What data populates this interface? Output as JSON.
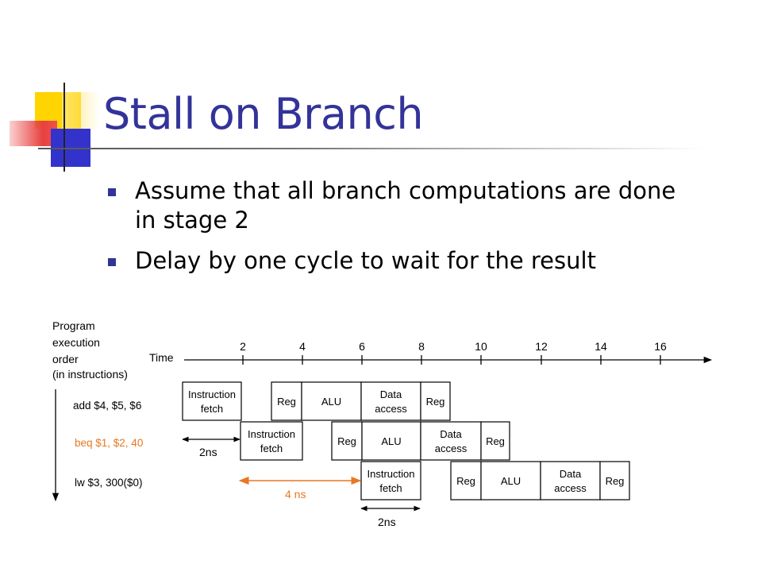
{
  "slide": {
    "title": "Stall on Branch",
    "bullets": [
      "Assume that all branch computations are done in stage 2",
      "Delay by one cycle to wait for the result"
    ]
  },
  "diagram": {
    "order_label": [
      "Program",
      "execution",
      "order",
      "(in instructions)"
    ],
    "time_label": "Time",
    "time_ticks": [
      "2",
      "4",
      "6",
      "8",
      "10",
      "12",
      "14",
      "16"
    ],
    "instructions": [
      {
        "text": "add $4, $5, $6",
        "color": "#000000",
        "stages": [
          "Instruction fetch",
          "Reg",
          "ALU",
          "Data access",
          "Reg"
        ]
      },
      {
        "text": "beq $1, $2, 40",
        "color": "#e87722",
        "stages": [
          "Instruction fetch",
          "Reg",
          "ALU",
          "Data access",
          "Reg"
        ]
      },
      {
        "text": "lw $3, 300($0)",
        "color": "#000000",
        "stages": [
          "Instruction fetch",
          "Reg",
          "ALU",
          "Data access",
          "Reg"
        ]
      }
    ],
    "annotations": {
      "first": "2ns",
      "stall": "4 ns",
      "second": "2ns"
    },
    "colors": {
      "accent": "#e87722",
      "title": "#33339a"
    }
  }
}
